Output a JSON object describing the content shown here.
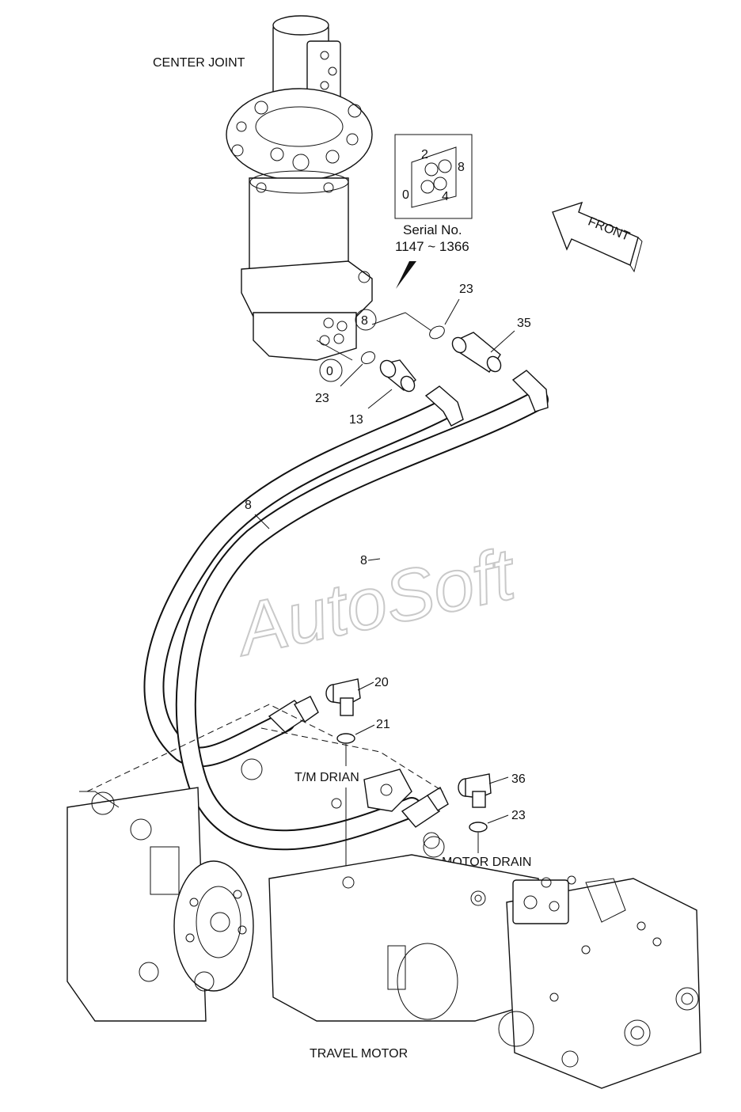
{
  "labels": {
    "center_joint": "CENTER JOINT",
    "travel_motor": "TRAVEL MOTOR",
    "tm_drian": "T/M DRIAN",
    "motor_drain": "MOTOR DRAIN",
    "front": "FRONT",
    "serial_line1": "Serial No.",
    "serial_line2": "1147 ~ 1366"
  },
  "inset_ports": [
    "2",
    "8",
    "0",
    "4"
  ],
  "port_callouts": [
    "8",
    "0"
  ],
  "part_numbers": {
    "p23_top": "23",
    "p35": "35",
    "p23_left": "23",
    "p13": "13",
    "p8_hose_a": "8",
    "p8_hose_b": "8",
    "p20": "20",
    "p21": "21",
    "p36": "36",
    "p23_bottom": "23"
  },
  "watermark": "AutoSoft"
}
